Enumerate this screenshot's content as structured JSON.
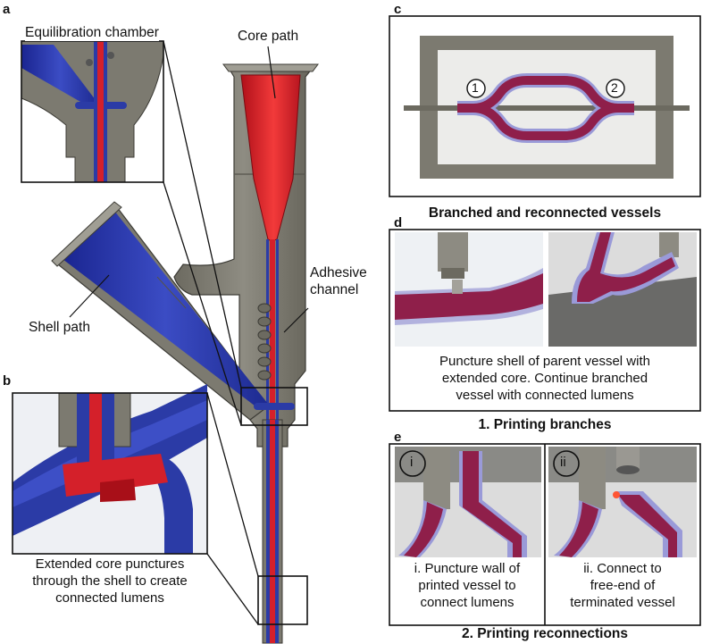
{
  "panels": {
    "a": {
      "letter": "a",
      "core_path": "Core path",
      "equilibration_chamber": "Equilibration chamber",
      "adhesive_channel_line1": "Adhesive",
      "adhesive_channel_line2": "channel",
      "shell_path": "Shell path"
    },
    "b": {
      "letter": "b",
      "caption_line1": "Extended core punctures",
      "caption_line2": "through the shell to create",
      "caption_line3": "connected lumens"
    },
    "c": {
      "letter": "c",
      "marker1": "1",
      "marker2": "2",
      "title": "Branched and reconnected vessels"
    },
    "d": {
      "letter": "d",
      "caption_line1": "Puncture shell of parent vessel with",
      "caption_line2": "extended core. Continue branched",
      "caption_line3": "vessel with connected lumens",
      "title": "1. Printing branches"
    },
    "e": {
      "letter": "e",
      "marker_i": "i",
      "marker_ii": "ii",
      "caption_i_line1": "i. Puncture wall of",
      "caption_i_line2": "printed vessel to",
      "caption_i_line3": "connect lumens",
      "caption_ii_line1": "ii. Connect to",
      "caption_ii_line2": "free-end of",
      "caption_ii_line3": "terminated vessel",
      "title": "2. Printing reconnections"
    }
  },
  "colors": {
    "core": "#d4202a",
    "shell": "#2b3ba6",
    "nozzle": "#7c7a70",
    "vessel": "#8f1f4a",
    "halo": "#9a9ad8"
  }
}
